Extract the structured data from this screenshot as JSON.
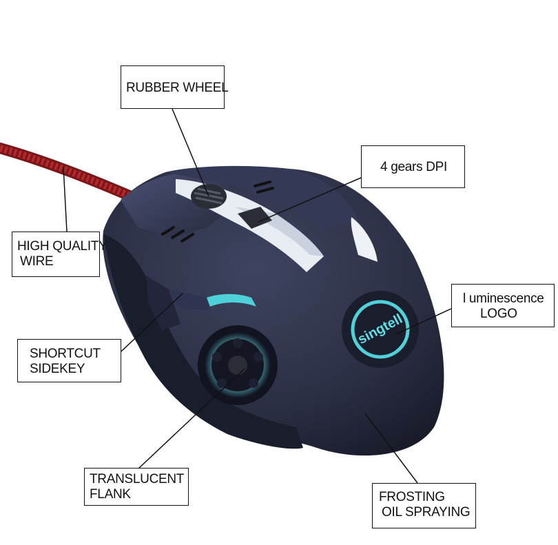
{
  "callouts": {
    "rubber_wheel": [
      "RUBBER WHEEL"
    ],
    "dpi": [
      "4 gears DPI"
    ],
    "wire": [
      "HIGH QUALITY",
      "WIRE"
    ],
    "logo": [
      "l uminescence",
      "LOGO"
    ],
    "sidekey": [
      "SHORTCUT",
      "SIDEKEY"
    ],
    "flank": [
      "TRANSLUCENT",
      "FLANK"
    ],
    "frosting": [
      "FROSTING",
      "OIL SPRAYING"
    ]
  },
  "logo_text": "singtell",
  "colors": {
    "mouse_body": "#2b2f44",
    "mouse_dark": "#181b2a",
    "glow": "#4fd1d9",
    "cable": "#a8262a",
    "callout_border": "#111111"
  }
}
